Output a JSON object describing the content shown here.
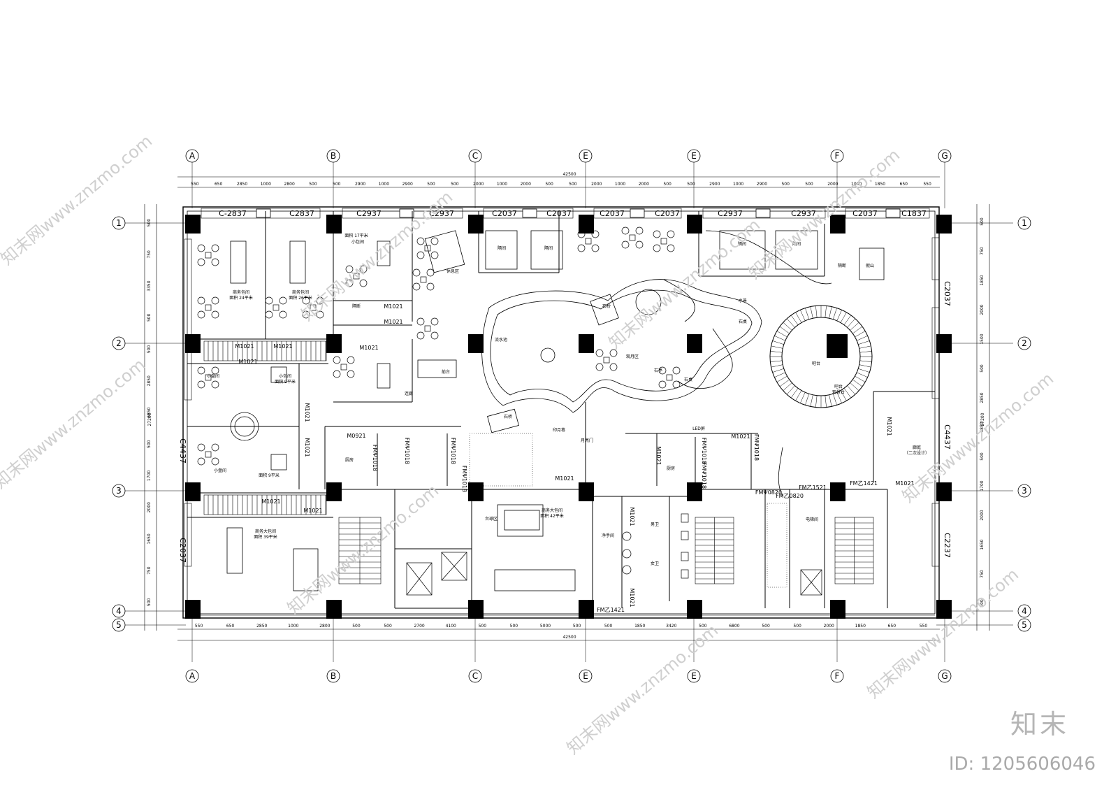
{
  "grid": {
    "cols": [
      "A",
      "B",
      "C",
      "E",
      "E",
      "F",
      "G"
    ],
    "rows": [
      "1",
      "2",
      "3",
      "4",
      "5"
    ]
  },
  "dims": {
    "total": "42500",
    "top": [
      "550",
      "650",
      "2850",
      "1000",
      "2800",
      "500",
      "500",
      "2900",
      "1000",
      "2900",
      "500",
      "500",
      "2000",
      "1000",
      "2000",
      "500",
      "500",
      "2000",
      "1000",
      "2000",
      "500",
      "500",
      "2900",
      "1000",
      "2900",
      "500",
      "500",
      "2000",
      "1000",
      "1850",
      "650",
      "550"
    ],
    "bottom": [
      "550",
      "650",
      "2850",
      "1000",
      "2800",
      "500",
      "500",
      "2700",
      "4100",
      "500",
      "500",
      "5000",
      "500",
      "500",
      "1850",
      "3420",
      "500",
      "6800",
      "500",
      "500",
      "2000",
      "1850",
      "650",
      "550"
    ],
    "left": [
      "500",
      "750",
      "3350",
      "500",
      "500",
      "2850",
      "6850",
      "500",
      "1700",
      "2000",
      "1650",
      "750",
      "500"
    ],
    "right": [
      "500",
      "750",
      "1850",
      "2000",
      "1500",
      "500",
      "2850",
      "6850",
      "500",
      "1700",
      "2000",
      "1650",
      "750",
      "500"
    ]
  },
  "windows": {
    "top": [
      "C-2837",
      "C2837",
      "C2937",
      "C2937",
      "C2037",
      "C2037",
      "C2037",
      "C2037",
      "C2937",
      "C2937",
      "C2037",
      "C1837"
    ],
    "left": [
      "C4437",
      "C2037"
    ],
    "right": [
      "C2037",
      "C4437",
      "C2237"
    ]
  },
  "doors": [
    "M1021",
    "M1021",
    "M1021",
    "M1021",
    "M1021",
    "M1021",
    "M1021",
    "M0921",
    "FMΨ1018",
    "FMΨ1018",
    "FMΨ1018",
    "FMΨ1018",
    "M1021",
    "M1021",
    "M1021",
    "M1021",
    "FM乙1421",
    "FM乙1521",
    "FM乙1421",
    "M1021",
    "M1021",
    "M1021",
    "M1021",
    "M1021",
    "FMΨ1018",
    "FMΨ1018",
    "FMΨ1018",
    "M1021",
    "FMΨ0820",
    "FM乙0820"
  ],
  "rooms": [
    "商务包间",
    "面积 24平米",
    "商务包间",
    "面积 26平米",
    "面积 17平米",
    "小包间",
    "隔间",
    "隔间",
    "隔间",
    "隔间",
    "小盘间",
    "面积 9平米",
    "小盘间",
    "面积 9平米",
    "商务大包间",
    "面积 39平米",
    "小包间",
    "商务大包间",
    "面积 42平米",
    "台球区",
    "吧台",
    "石桥",
    "石桥",
    "石桌",
    "石桌",
    "假山",
    "厨房",
    "厨房",
    "电梯间",
    "男卫",
    "女卫",
    "净手间",
    "吧台",
    "观景台",
    "廊庭",
    "（二次设计）",
    "连廊",
    "印月巷",
    "月亮门",
    "观月区",
    "流水池",
    "石亭",
    "LED屏",
    "水景",
    "前台",
    "休息区",
    "隔断",
    "隔断"
  ],
  "watermark": "知末网www.znzmo.com",
  "brand": "知末",
  "image_id": "ID: 1205606046"
}
